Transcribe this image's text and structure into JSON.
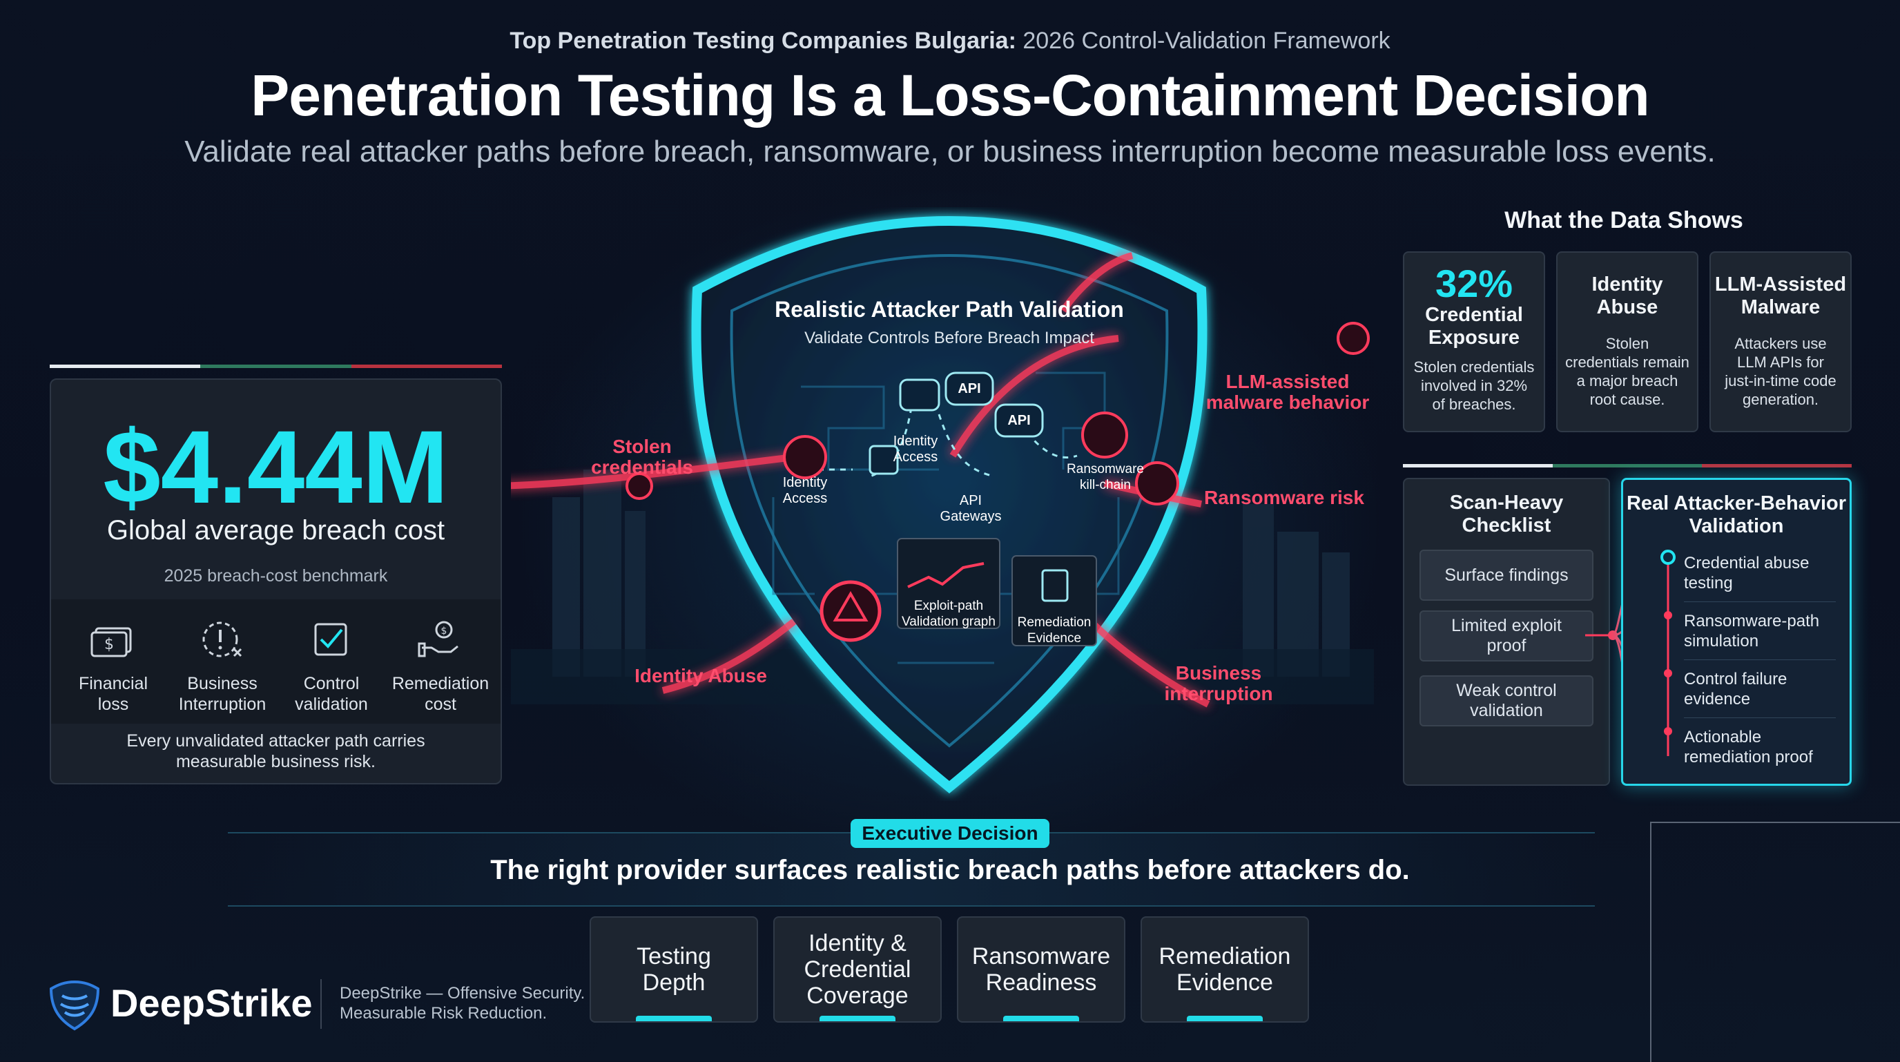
{
  "header": {
    "kicker_bold": "Top Penetration Testing Companies Bulgaria:",
    "kicker_rest": " 2026 Control-Validation Framework",
    "title": "Penetration Testing Is a Loss-Containment Decision",
    "subtitle": "Validate real attacker paths before breach, ransomware, or business interruption become measurable loss events."
  },
  "left_panel": {
    "big_value": "$4.44M",
    "big_label": "Global average breach cost",
    "sub_label": "2025 breach-cost benchmark",
    "icons": [
      {
        "label_1": "Financial",
        "label_2": "loss",
        "icon": "money-icon"
      },
      {
        "label_1": "Business",
        "label_2": "Interruption",
        "icon": "interruption-icon"
      },
      {
        "label_1": "Control",
        "label_2": "validation",
        "icon": "checkbox-icon"
      },
      {
        "label_1": "Remediation",
        "label_2": "cost",
        "icon": "hand-coin-icon"
      }
    ],
    "footer_1": "Every unvalidated attacker path carries",
    "footer_2": "measurable business risk."
  },
  "center": {
    "shield_title": "Realistic Attacker Path Validation",
    "shield_subtitle": "Validate Controls Before Breach Impact",
    "threats": {
      "stolen_1": "Stolen",
      "stolen_2": "credentials",
      "llm_1": "LLM-assisted",
      "llm_2": "malware behavior",
      "ransomware": "Ransomware risk",
      "identity_abuse": "Identity Abuse",
      "business_1": "Business",
      "business_2": "interruption"
    },
    "nodes": {
      "identity_access_1": "Identity",
      "identity_access_2": "Access",
      "identity_access_top_1": "Identity",
      "identity_access_top_2": "Access",
      "api_1": "API",
      "api_2": "API",
      "api_gateways_1": "API",
      "api_gateways_2": "Gateways",
      "ransomware_1": "Ransomware",
      "ransomware_2": "kill-chain",
      "exploit_1": "Exploit-path",
      "exploit_2": "Validation graph",
      "remediation_1": "Remediation",
      "remediation_2": "Evidence"
    }
  },
  "data_shows": {
    "title": "What the Data Shows",
    "cards": [
      {
        "big": "32%",
        "h1": "Credential",
        "h2": "Exposure",
        "p": [
          "Stolen credentials",
          "involved in 32%",
          "of breaches."
        ]
      },
      {
        "big": "",
        "h1": "Identity",
        "h2": "Abuse",
        "p": [
          "Stolen",
          "credentials remain",
          "a major breach",
          "root cause."
        ]
      },
      {
        "big": "",
        "h1": "LLM-Assisted",
        "h2": "Malware",
        "p": [
          "Attackers use",
          "LLM APIs for",
          "just-in-time code",
          "generation."
        ]
      }
    ]
  },
  "comparison": {
    "scan_title_1": "Scan-Heavy",
    "scan_title_2": "Checklist",
    "scan_items": [
      {
        "l1": "Surface findings",
        "l2": ""
      },
      {
        "l1": "Limited exploit",
        "l2": "proof"
      },
      {
        "l1": "Weak control",
        "l2": "validation"
      }
    ],
    "real_title_1": "Real Attacker-Behavior",
    "real_title_2": "Validation",
    "real_items": [
      {
        "l1": "Credential abuse",
        "l2": "testing"
      },
      {
        "l1": "Ransomware-path",
        "l2": "simulation"
      },
      {
        "l1": "Control failure",
        "l2": "evidence"
      },
      {
        "l1": "Actionable",
        "l2": "remediation proof"
      }
    ]
  },
  "executive": {
    "pill": "Executive Decision",
    "statement": "The right provider surfaces realistic breach paths before attackers do.",
    "criteria": [
      {
        "l1": "Testing",
        "l2": "Depth",
        "l3": ""
      },
      {
        "l1": "Identity &",
        "l2": "Credential",
        "l3": "Coverage"
      },
      {
        "l1": "Ransomware",
        "l2": "Readiness",
        "l3": ""
      },
      {
        "l1": "Remediation",
        "l2": "Evidence",
        "l3": ""
      }
    ]
  },
  "brand": {
    "name": "DeepStrike",
    "tag_1": "DeepStrike — Offensive Security.",
    "tag_2": "Measurable Risk Reduction."
  },
  "colors": {
    "accent_cyan": "#22e5f2",
    "threat_red": "#ff4d6d",
    "bar_green": "#2f7a5e",
    "bar_red": "#b8323f",
    "panel": "#1a212c"
  }
}
